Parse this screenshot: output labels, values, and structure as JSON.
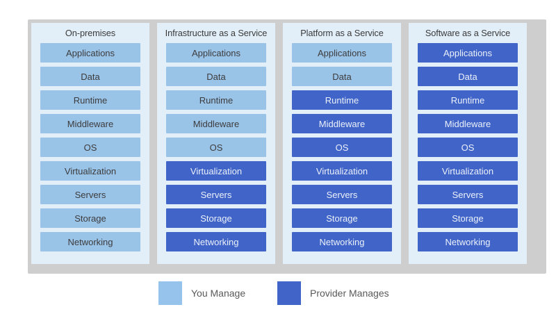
{
  "colors": {
    "you_manage": "#9AC3E8",
    "provider_manages": "#4164C8",
    "legend_you_swatch": "#95C3EC",
    "column_background": "#E2EFF9",
    "panel_background": "#CFCECE",
    "you_text": "#3C3C3C",
    "provider_text": "#EBF1FA"
  },
  "columns": [
    {
      "title": "On-premises",
      "layers": [
        {
          "label": "Applications",
          "managed_by": "you"
        },
        {
          "label": "Data",
          "managed_by": "you"
        },
        {
          "label": "Runtime",
          "managed_by": "you"
        },
        {
          "label": "Middleware",
          "managed_by": "you"
        },
        {
          "label": "OS",
          "managed_by": "you"
        },
        {
          "label": "Virtualization",
          "managed_by": "you"
        },
        {
          "label": "Servers",
          "managed_by": "you"
        },
        {
          "label": "Storage",
          "managed_by": "you"
        },
        {
          "label": "Networking",
          "managed_by": "you"
        }
      ]
    },
    {
      "title": "Infrastructure as a Service",
      "layers": [
        {
          "label": "Applications",
          "managed_by": "you"
        },
        {
          "label": "Data",
          "managed_by": "you"
        },
        {
          "label": "Runtime",
          "managed_by": "you"
        },
        {
          "label": "Middleware",
          "managed_by": "you"
        },
        {
          "label": "OS",
          "managed_by": "you"
        },
        {
          "label": "Virtualization",
          "managed_by": "provider"
        },
        {
          "label": "Servers",
          "managed_by": "provider"
        },
        {
          "label": "Storage",
          "managed_by": "provider"
        },
        {
          "label": "Networking",
          "managed_by": "provider"
        }
      ]
    },
    {
      "title": "Platform as a Service",
      "layers": [
        {
          "label": "Applications",
          "managed_by": "you"
        },
        {
          "label": "Data",
          "managed_by": "you"
        },
        {
          "label": "Runtime",
          "managed_by": "provider"
        },
        {
          "label": "Middleware",
          "managed_by": "provider"
        },
        {
          "label": "OS",
          "managed_by": "provider"
        },
        {
          "label": "Virtualization",
          "managed_by": "provider"
        },
        {
          "label": "Servers",
          "managed_by": "provider"
        },
        {
          "label": "Storage",
          "managed_by": "provider"
        },
        {
          "label": "Networking",
          "managed_by": "provider"
        }
      ]
    },
    {
      "title": "Software as a Service",
      "layers": [
        {
          "label": "Applications",
          "managed_by": "provider"
        },
        {
          "label": "Data",
          "managed_by": "provider"
        },
        {
          "label": "Runtime",
          "managed_by": "provider"
        },
        {
          "label": "Middleware",
          "managed_by": "provider"
        },
        {
          "label": "OS",
          "managed_by": "provider"
        },
        {
          "label": "Virtualization",
          "managed_by": "provider"
        },
        {
          "label": "Servers",
          "managed_by": "provider"
        },
        {
          "label": "Storage",
          "managed_by": "provider"
        },
        {
          "label": "Networking",
          "managed_by": "provider"
        }
      ]
    }
  ],
  "legend": [
    {
      "label": "You Manage",
      "key": "you_manage"
    },
    {
      "label": "Provider Manages",
      "key": "provider_manages"
    }
  ]
}
